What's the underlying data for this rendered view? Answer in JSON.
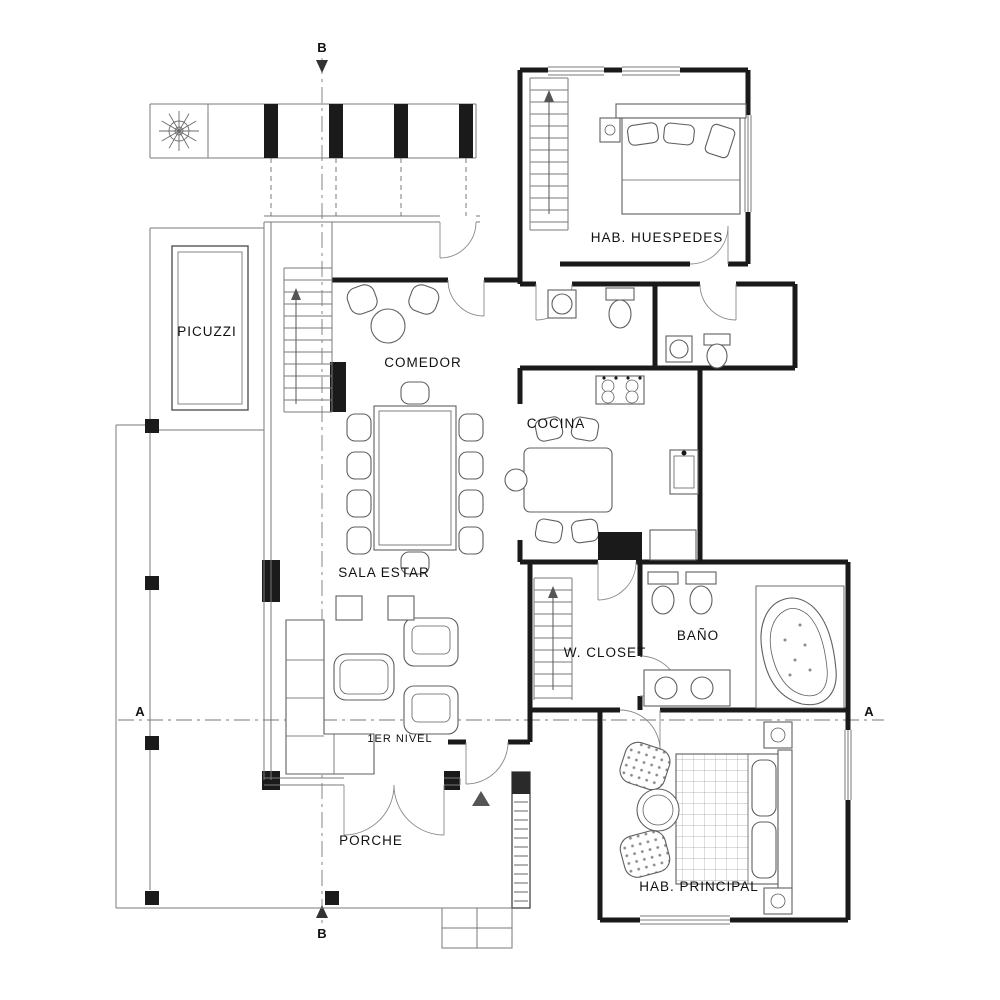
{
  "drawing": {
    "level_label": "1ER NIVEL",
    "rooms": {
      "picuzzi": "PICUZZI",
      "comedor": "COMEDOR",
      "cocina": "COCINA",
      "hab_huespedes": "HAB. HUESPEDES",
      "sala_estar": "SALA ESTAR",
      "w_closet": "W. CLOSET",
      "bano": "BAÑO",
      "hab_principal": "HAB. PRINCIPAL",
      "porche": "PORCHE"
    },
    "section_markers": {
      "b_top": "B",
      "b_bottom": "B",
      "a_left": "A",
      "a_right": "A"
    },
    "colors": {
      "wall": "#1a1a1a",
      "thin_line": "#7a7a7a",
      "furniture": "#5f5f5f",
      "background": "#ffffff"
    }
  }
}
